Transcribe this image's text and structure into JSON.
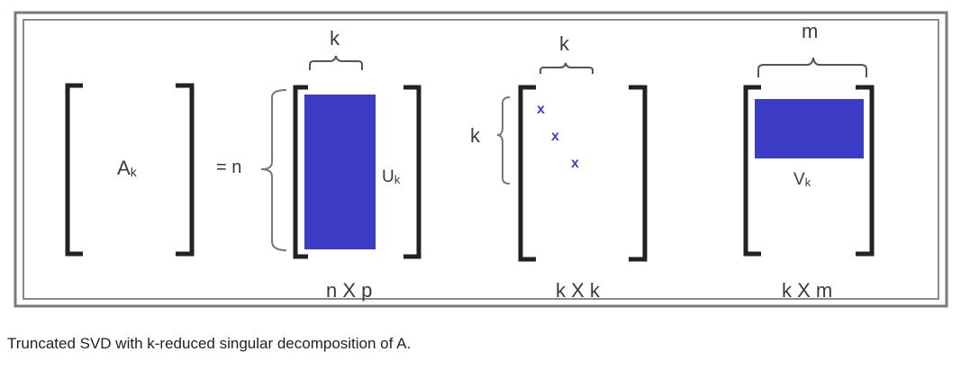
{
  "figure": {
    "matrix_a": {
      "label": "A",
      "subscript": "k"
    },
    "equals_n": "= n",
    "matrix_u": {
      "label": "U",
      "subscript": "k",
      "top_brace_label": "k",
      "dims": "n X p"
    },
    "matrix_s": {
      "top_brace_label": "k",
      "left_brace_label": "k",
      "entries": [
        "x",
        "x",
        "x"
      ],
      "dims": "k X k"
    },
    "matrix_v": {
      "label": "V",
      "subscript": "k",
      "top_brace_label": "m",
      "dims": "k X m"
    },
    "colors": {
      "fill": "#3b3bc6",
      "x_marks": "#4040c0",
      "frame": "#808080",
      "bracket": "#222222"
    }
  },
  "caption": "Truncated SVD with k-reduced singular decomposition of A."
}
